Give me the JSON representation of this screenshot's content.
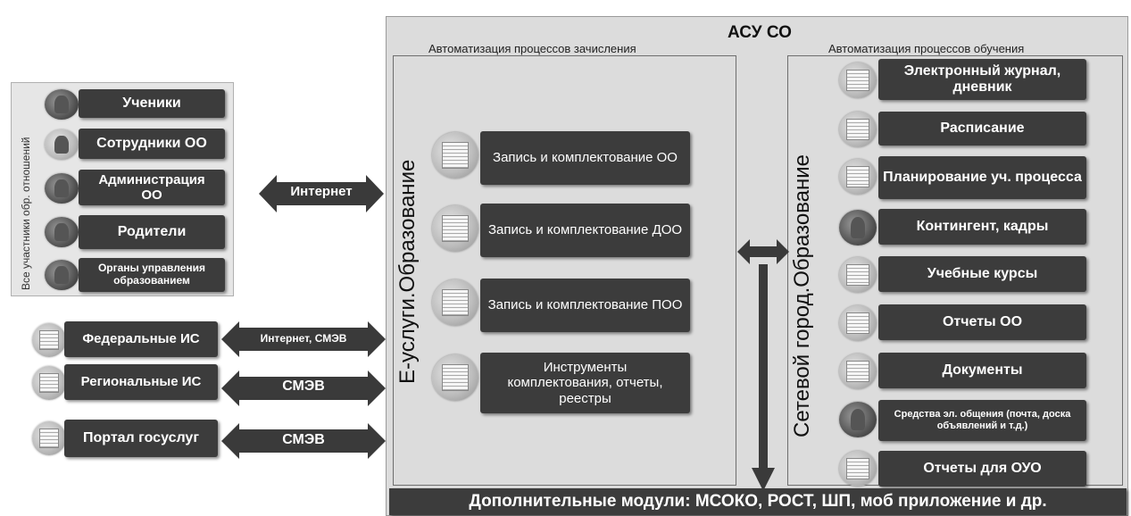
{
  "main_title": "АСУ СО",
  "left_section_title": "Автоматизация процессов зачисления",
  "right_section_title": "Автоматизация процессов обучения",
  "left_vertical_label": "Е-услуги.Образование",
  "right_vertical_label": "Сетевой город.Образование",
  "participants_label": "Все участники обр. отношений",
  "participants": [
    {
      "label": "Ученики"
    },
    {
      "label": "Сотрудники ОО"
    },
    {
      "label": "Администрация ОО"
    },
    {
      "label": "Родители"
    },
    {
      "label": "Органы управления образованием"
    }
  ],
  "internet_label": "Интернет",
  "external_systems": [
    {
      "label": "Федеральные ИС",
      "link": "Интернет, СМЭВ"
    },
    {
      "label": "Региональные ИС",
      "link": "СМЭВ"
    },
    {
      "label": "Портал госуслуг",
      "link": "СМЭВ"
    }
  ],
  "enrollment_modules": [
    {
      "label": "Запись и комплектование ОО"
    },
    {
      "label": "Запись и комплектование ДОО"
    },
    {
      "label": "Запись и комплектование ПОО"
    },
    {
      "label": "Инструменты комплектования, отчеты, реестры"
    }
  ],
  "learning_modules": [
    {
      "label": "Электронный журнал, дневник"
    },
    {
      "label": "Расписание"
    },
    {
      "label": "Планирование уч. процесса"
    },
    {
      "label": "Контингент, кадры"
    },
    {
      "label": "Учебные курсы"
    },
    {
      "label": "Отчеты ОО"
    },
    {
      "label": "Документы"
    },
    {
      "label": "Средства эл. общения (почта, доска объявлений и т.д.)"
    },
    {
      "label": "Отчеты  для ОУО"
    }
  ],
  "bottom_bar": "Дополнительные модули: МСОКО, РОСТ, ШП, моб приложение и др.",
  "colors": {
    "pill": "#3c3c3c",
    "panel": "#dcdcdc",
    "arrow": "#3a3a3a"
  }
}
